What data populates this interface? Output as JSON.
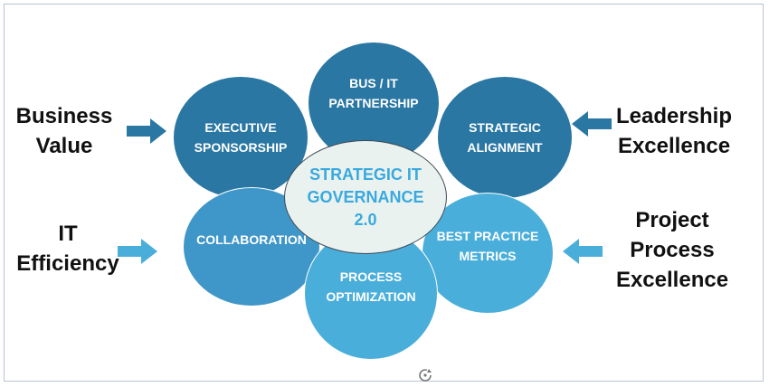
{
  "center": {
    "label": "STRATEGIC IT\nGOVERNANCE\n2.0"
  },
  "circles": {
    "partnership": "BUS / IT\nPARTNERSHIP",
    "executive": "EXECUTIVE\nSPONSORSHIP",
    "strategic": "STRATEGIC\nALIGNMENT",
    "collaboration": "COLLABORATION",
    "best_practice": "BEST PRACTICE\nMETRICS",
    "process": "PROCESS\nOPTIMIZATION"
  },
  "side_labels": {
    "business_value": "Business\nValue",
    "leadership": "Leadership\nExcellence",
    "it_efficiency": "IT\nEfficiency",
    "project": "Project\nProcess\nExcellence"
  },
  "colors": {
    "dark_blue": "#2a77a3",
    "mid_blue": "#3f96c8",
    "light_blue": "#4aaedb",
    "center_fill": "#eaf2ef",
    "center_text": "#3aa9de"
  },
  "icons": [
    "arrow-right-icon",
    "arrow-left-icon",
    "refresh-icon"
  ]
}
